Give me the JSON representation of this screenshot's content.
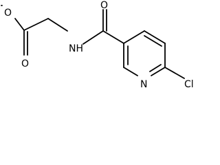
{
  "molecule": {
    "atom_labels": {
      "ester_o": "O",
      "ester_carbonyl_o": "O",
      "amine_n": "NH",
      "amide_carbonyl_o": "O",
      "ring_n": "N",
      "chlorine": "Cl"
    },
    "colors": {
      "bond": "#000000",
      "text": "#000000",
      "background": "#ffffff"
    }
  }
}
